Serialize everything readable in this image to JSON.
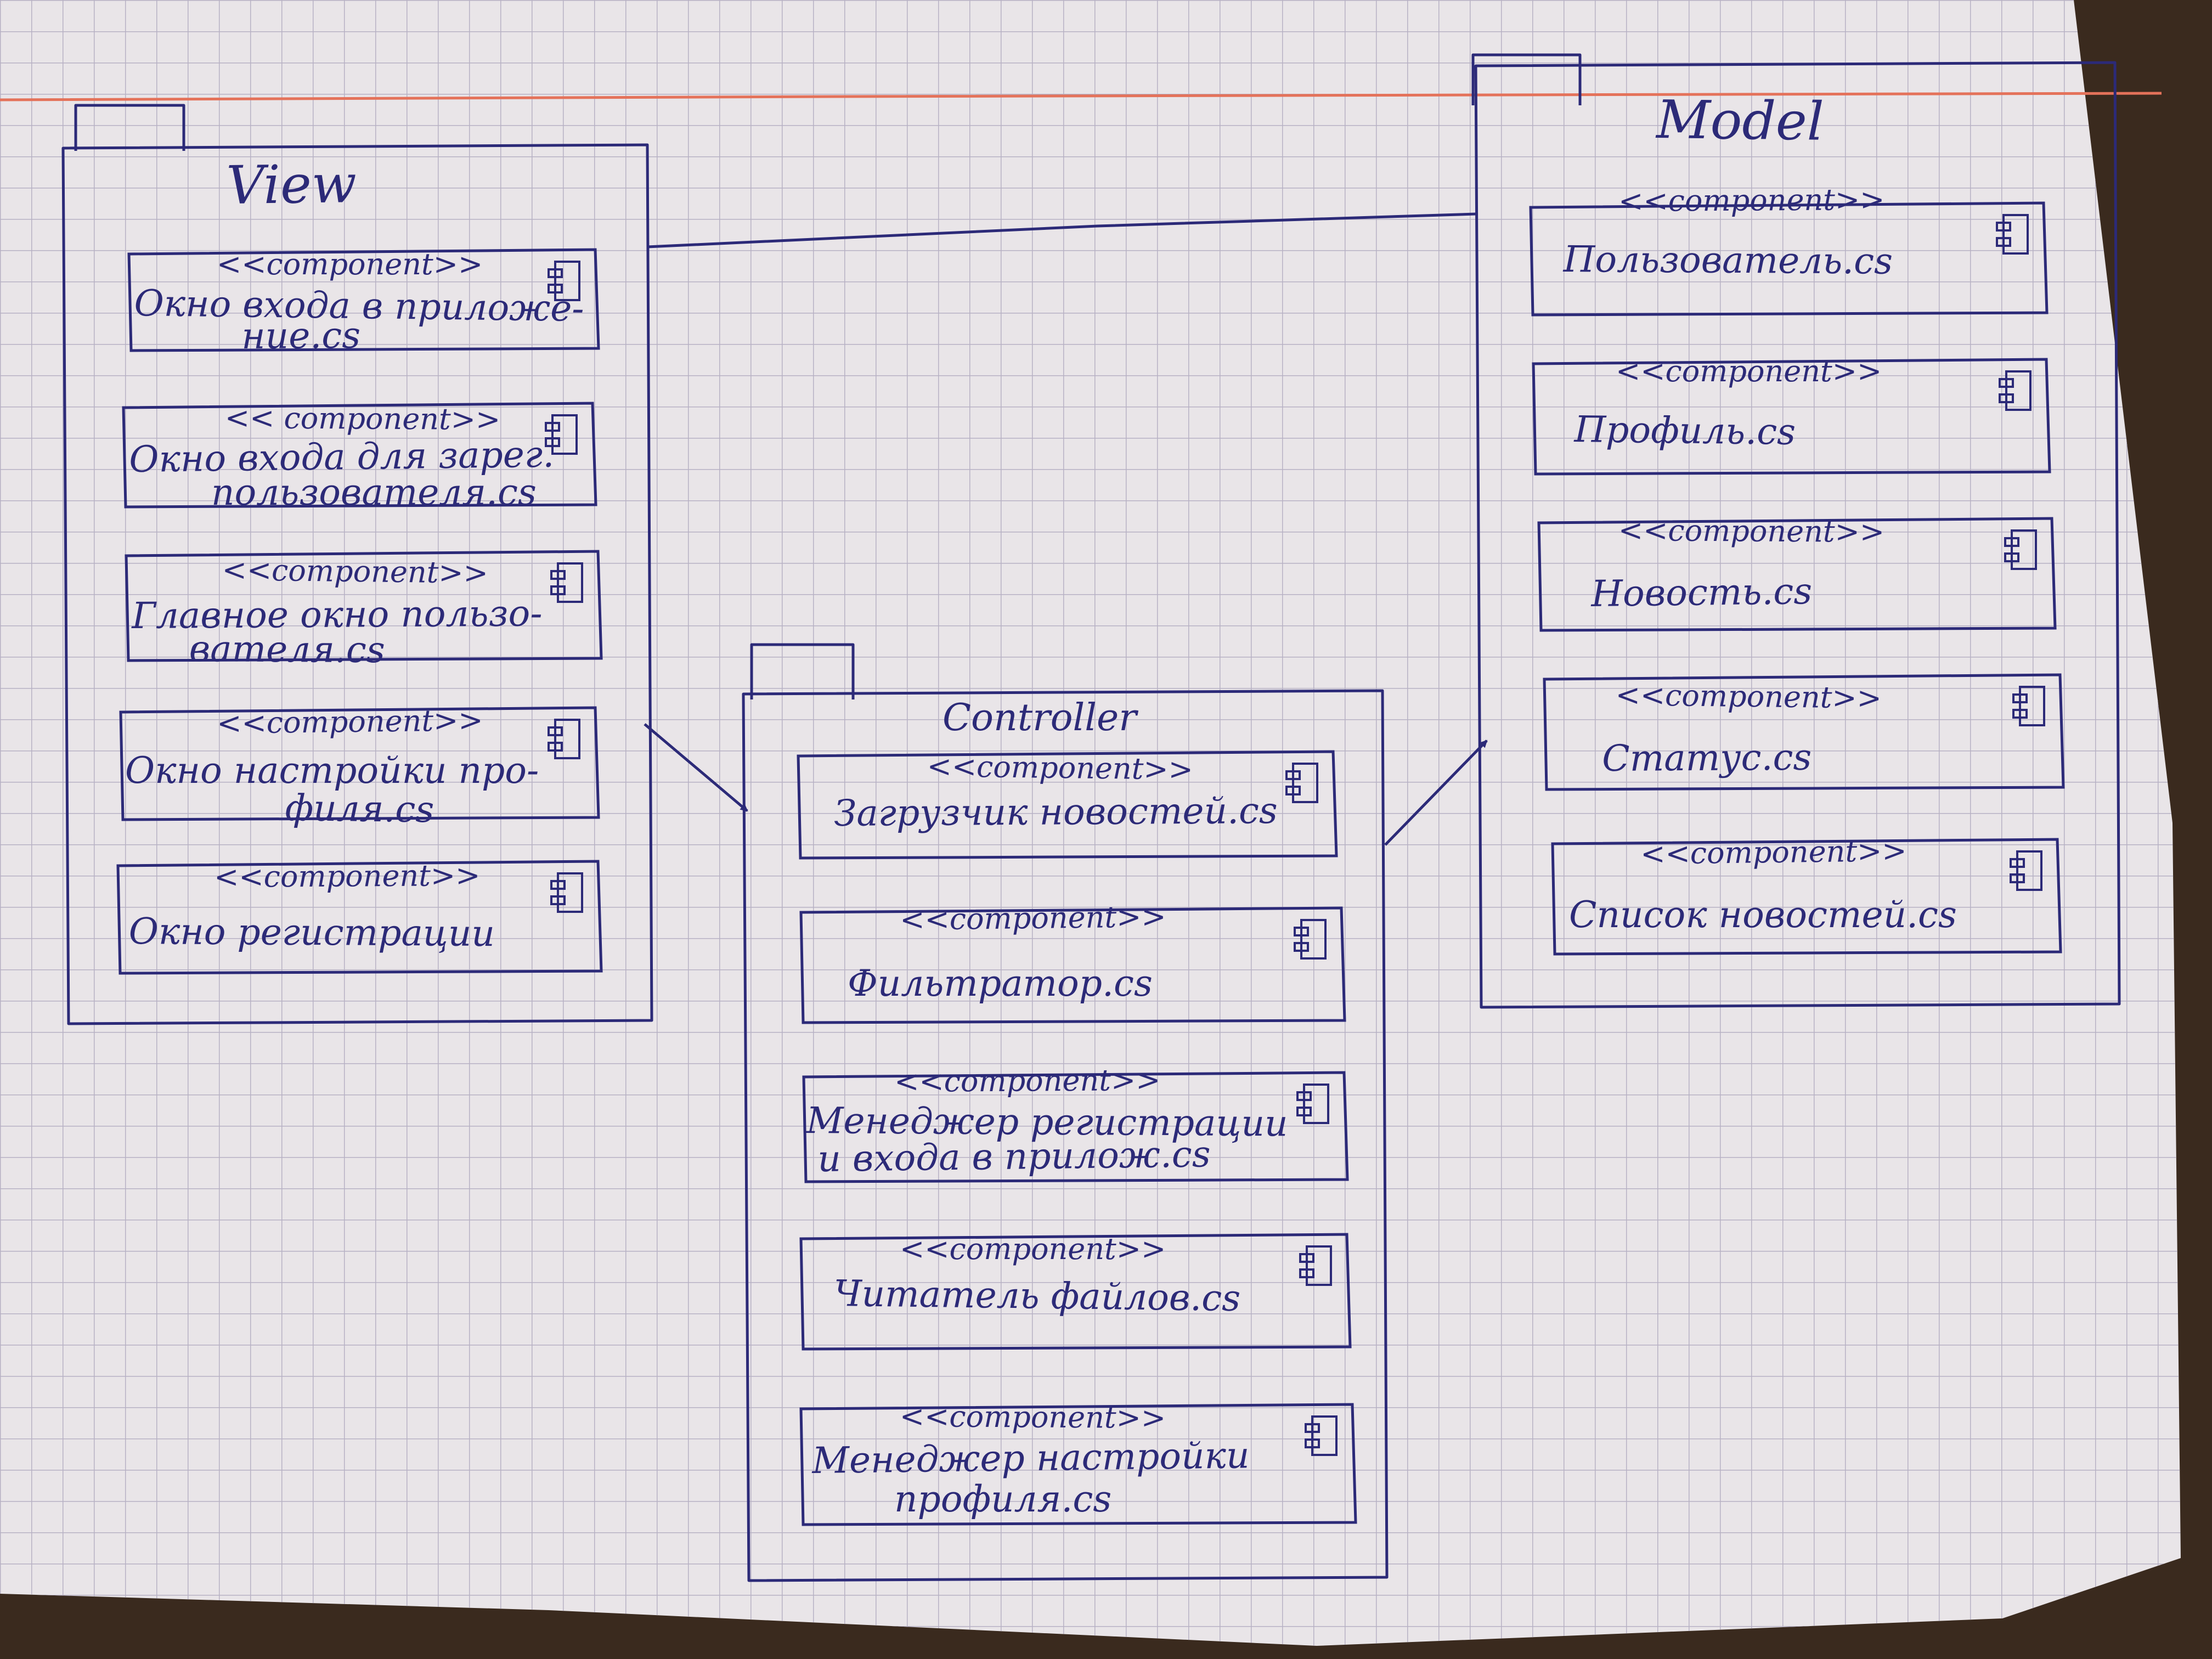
{
  "diagram": {
    "colors": {
      "ink": "#2c2a78",
      "paper": "#e9e5e8",
      "grid": "#b7b1c4",
      "margin_line": "#e4725a",
      "background": "#3a2a1e"
    },
    "packages": {
      "view": {
        "title": "View",
        "components": [
          {
            "stereotype": "<<component>>",
            "name_line1": "Окно входа в приложе-",
            "name_line2": "ние.cs"
          },
          {
            "stereotype": "<< component>>",
            "name_line1": "Окно входа для зарег.",
            "name_line2": "пользователя.cs"
          },
          {
            "stereotype": "<<component>>",
            "name_line1": "Главное окно пользо-",
            "name_line2": "вателя.cs"
          },
          {
            "stereotype": "<<component>>",
            "name_line1": "Окно настройки про-",
            "name_line2": "филя.cs"
          },
          {
            "stereotype": "<<component>>",
            "name_line1": "Окно регистрации",
            "name_line2": ""
          }
        ]
      },
      "controller": {
        "title": "Controller",
        "components": [
          {
            "stereotype": "<<component>>",
            "name_line1": "Загрузчик новостей.cs",
            "name_line2": ""
          },
          {
            "stereotype": "<<component>>",
            "name_line1": "Фильтратор.cs",
            "name_line2": ""
          },
          {
            "stereotype": "<<component>>",
            "name_line1": "Менеджер регистрации",
            "name_line2": "и входа в прилож.cs"
          },
          {
            "stereotype": "<<component>>",
            "name_line1": "Читатель файлов.cs",
            "name_line2": ""
          },
          {
            "stereotype": "<<component>>",
            "name_line1": "Менеджер настройки",
            "name_line2": "профиля.cs"
          }
        ]
      },
      "model": {
        "title": "Model",
        "components": [
          {
            "stereotype": "<<component>>",
            "name_line1": "Пользователь.cs",
            "name_line2": ""
          },
          {
            "stereotype": "<<component>>",
            "name_line1": "Профиль.cs",
            "name_line2": ""
          },
          {
            "stereotype": "<<component>>",
            "name_line1": "Новость.cs",
            "name_line2": ""
          },
          {
            "stereotype": "<<component>>",
            "name_line1": "Статус.cs",
            "name_line2": ""
          },
          {
            "stereotype": "<<component>>",
            "name_line1": "Список новостей.cs",
            "name_line2": ""
          }
        ]
      }
    },
    "connections": [
      {
        "from": "view",
        "to": "model",
        "kind": "line"
      },
      {
        "from": "view",
        "to": "controller",
        "kind": "arrow"
      },
      {
        "from": "controller",
        "to": "model",
        "kind": "arrow"
      }
    ]
  }
}
